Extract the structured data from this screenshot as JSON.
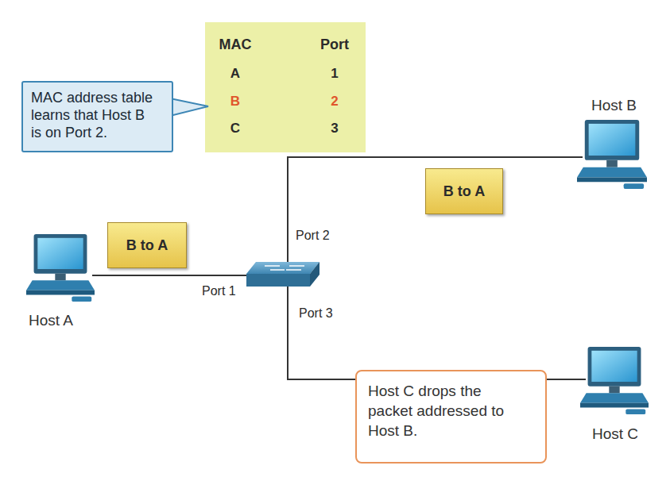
{
  "diagram": {
    "nodes": [
      {
        "text": [
          "MAC address table learns that Host B is on Port 2."
        ]
      },
      {
        "text": [
          "B to A"
        ]
      },
      {
        "text": [
          "B to A"
        ]
      },
      {
        "text": [
          "Host C drops the packet addressed to Host B."
        ]
      }
    ],
    "labels": [
      "MAC",
      "Port",
      "A",
      "1",
      "B",
      "2",
      "C",
      "3",
      "Port 2",
      "Port 1",
      "Port 3",
      "Host A",
      "Host B",
      "Host C"
    ]
  }
}
